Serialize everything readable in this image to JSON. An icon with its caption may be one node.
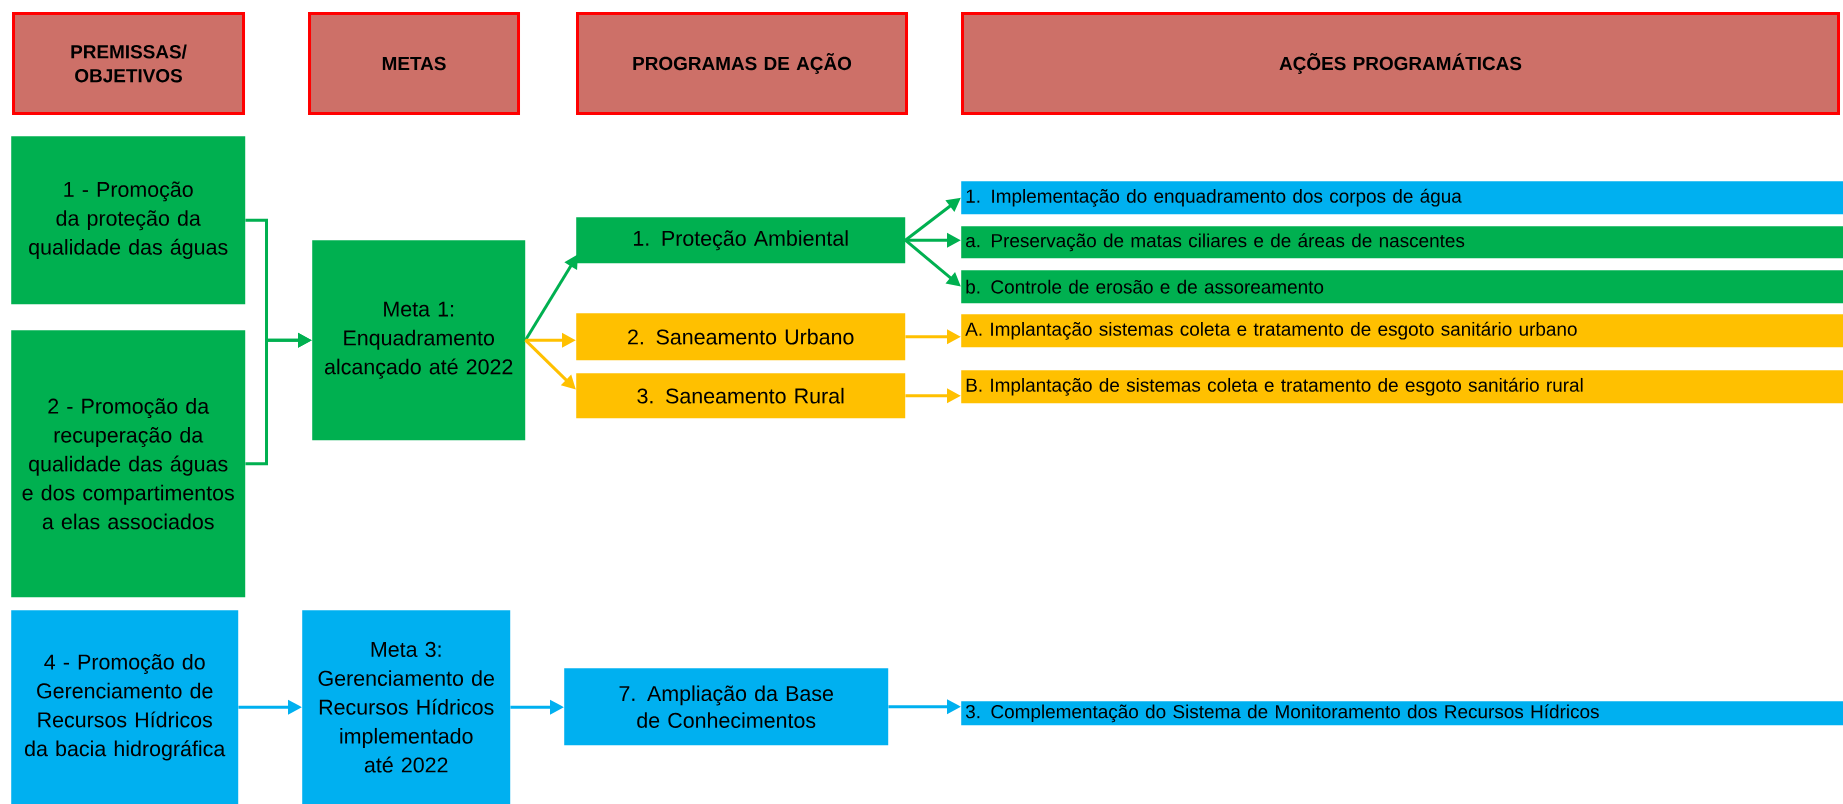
{
  "diagram": {
    "nodes": [
      {
        "text": [
          "PREMISSAS/ OBJETIVOS"
        ]
      },
      {
        "text": [
          "METAS"
        ]
      },
      {
        "text": [
          "PROGRAMAS DE AÇÃO"
        ]
      },
      {
        "text": [
          "AÇÕES PROGRAMÁTICAS"
        ]
      },
      {
        "text": [
          "1 - Promoção da proteção da qualidade das águas"
        ]
      },
      {
        "text": [
          "2 - Promoção da recuperação da qualidade das águas e dos compartimentos a elas associados"
        ]
      },
      {
        "text": [
          "Meta 1: Enquadramento alcançado até 2022"
        ]
      },
      {
        "text": [
          "1. Proteção Ambiental"
        ]
      },
      {
        "text": [
          "2. Saneamento Urbano"
        ]
      },
      {
        "text": [
          "3. Saneamento Rural"
        ]
      },
      {
        "text": [
          "1. Implementação do enquadramento dos corpos de água"
        ]
      },
      {
        "text": [
          "a. Preservação de matas ciliares e de áreas de nascentes"
        ]
      },
      {
        "text": [
          "b. Controle de erosão e de assoreamento"
        ]
      },
      {
        "text": [
          "A. Implantação sistemas coleta e tratamento de esgoto sanitário urbano"
        ]
      },
      {
        "text": [
          "B. Implantação de sistemas coleta e tratamento de esgoto sanitário rural"
        ]
      },
      {
        "text": [
          "4 - Promoção do Gerenciamento de Recursos Hídricos da bacia hidrográfica"
        ]
      },
      {
        "text": [
          "Meta 3: Gerenciamento de Recursos Hídricos implementado até 2022"
        ]
      },
      {
        "text": [
          "7. Ampliação da Base de Conhecimentos"
        ]
      },
      {
        "text": [
          "3. Complementação do Sistema de Monitoramento dos Recursos Hídricos"
        ]
      }
    ],
    "edges": [
      {
        "from": 4,
        "to": 6,
        "arrow": "to"
      },
      {
        "from": 5,
        "to": 6,
        "arrow": "to"
      },
      {
        "from": 6,
        "to": 7,
        "arrow": "to"
      },
      {
        "from": 6,
        "to": 8,
        "arrow": "to",
        "color": "#ffc000"
      },
      {
        "from": 6,
        "to": 9,
        "arrow": "to",
        "color": "#ffc000"
      },
      {
        "from": 7,
        "to": 10,
        "arrow": "to"
      },
      {
        "from": 7,
        "to": 11,
        "arrow": "to"
      },
      {
        "from": 7,
        "to": 12,
        "arrow": "to"
      },
      {
        "from": 8,
        "to": 13,
        "arrow": "to",
        "color": "#ffc000"
      },
      {
        "from": 9,
        "to": 14,
        "arrow": "to",
        "color": "#ffc000"
      },
      {
        "from": 15,
        "to": 16,
        "arrow": "to",
        "color": "#00b0f0"
      },
      {
        "from": 16,
        "to": 17,
        "arrow": "to",
        "color": "#00b0f0"
      },
      {
        "from": 17,
        "to": 18,
        "arrow": "to",
        "color": "#00b0f0"
      }
    ]
  }
}
